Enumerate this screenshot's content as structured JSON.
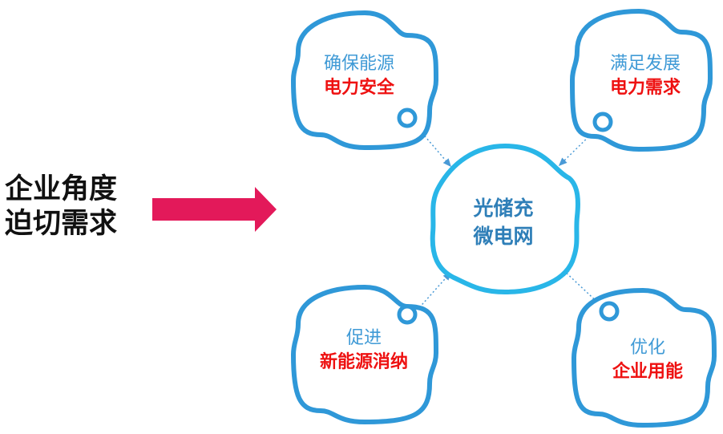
{
  "left_title": {
    "line1": "企业角度",
    "line2": "迫切需求"
  },
  "colors": {
    "cloud_outline": "#2f98d8",
    "center_outline": "#29b6e8",
    "arrow": "#e3195a",
    "label_blue": "#3f9ad6",
    "label_red": "#ee1111",
    "center_text": "#2f7fb8",
    "connector": "#4a9ad6"
  },
  "center": {
    "line1": "光储充",
    "line2": "微电网"
  },
  "nodes": [
    {
      "id": "top-left",
      "line1": "确保能源",
      "line2": "电力安全"
    },
    {
      "id": "top-right",
      "line1": "满足发展",
      "line2": "电力需求"
    },
    {
      "id": "bottom-left",
      "line1": "促进",
      "line2": "新能源消纳"
    },
    {
      "id": "bottom-right",
      "line1": "优化",
      "line2": "企业用能"
    }
  ]
}
